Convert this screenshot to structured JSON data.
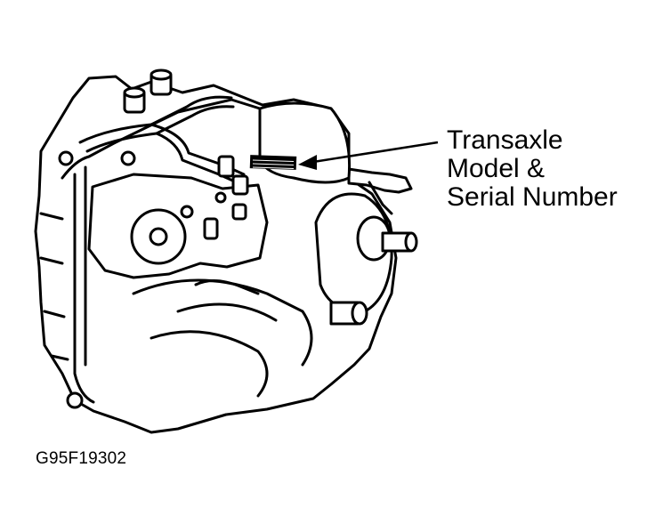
{
  "callout": {
    "line1": "Transaxle",
    "line2": "Model &",
    "line3": "Serial Number"
  },
  "figure_id": "G95F19302",
  "colors": {
    "ink": "#000000",
    "paper": "#ffffff"
  }
}
